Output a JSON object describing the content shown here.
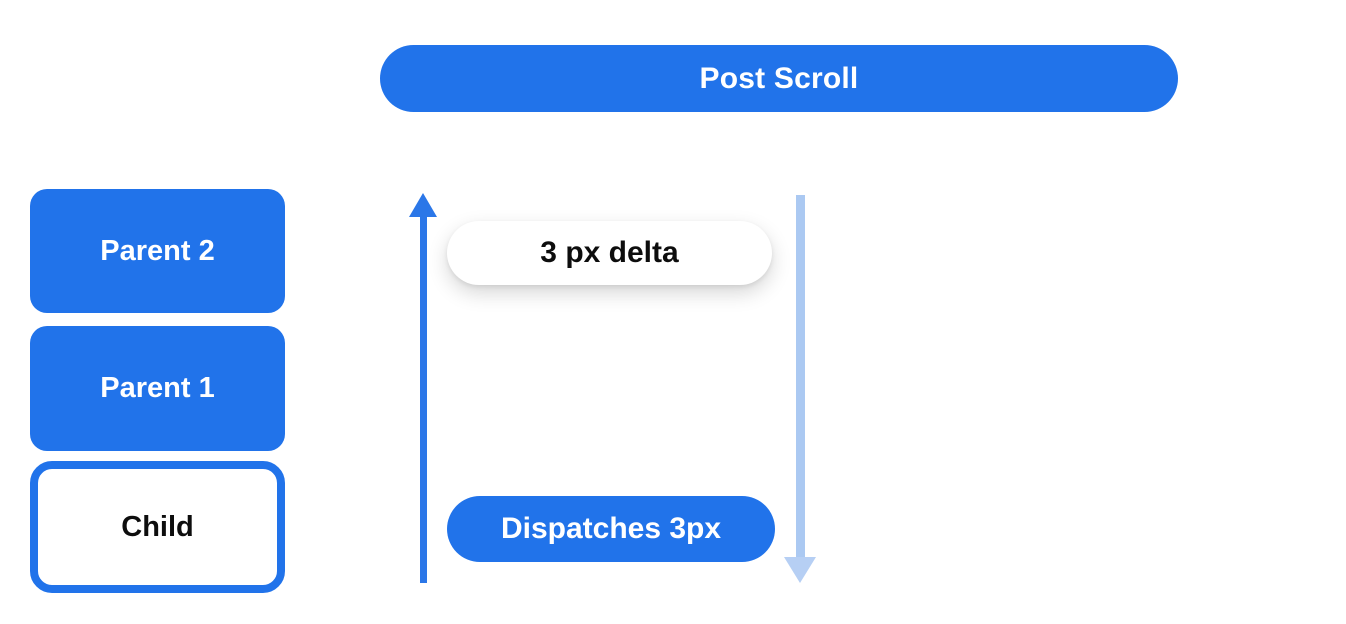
{
  "header": {
    "label": "Post Scroll"
  },
  "nodes": [
    {
      "label": "Parent 2",
      "variant": "filled"
    },
    {
      "label": "Parent 1",
      "variant": "filled"
    },
    {
      "label": "Child",
      "variant": "outlined"
    }
  ],
  "annotations": {
    "delta_label": "3 px delta",
    "dispatch_label": "Dispatches 3px"
  },
  "icons": {
    "up_arrow": "upward-arrow-icon (solid blue css triangle + shaft, pointing up)",
    "down_arrow": "downward-arrow-icon (light blue css triangle + shaft, pointing down)"
  },
  "colors": {
    "primary_blue": "#2173EA",
    "arrow_blue": "#2B77E8",
    "light_blue_arrow": "#ABC9F2",
    "pill_white": "#FFFFFF",
    "text_white": "#FFFFFF",
    "text_dark": "#0D0D0D",
    "background": "#FFFFFF"
  }
}
